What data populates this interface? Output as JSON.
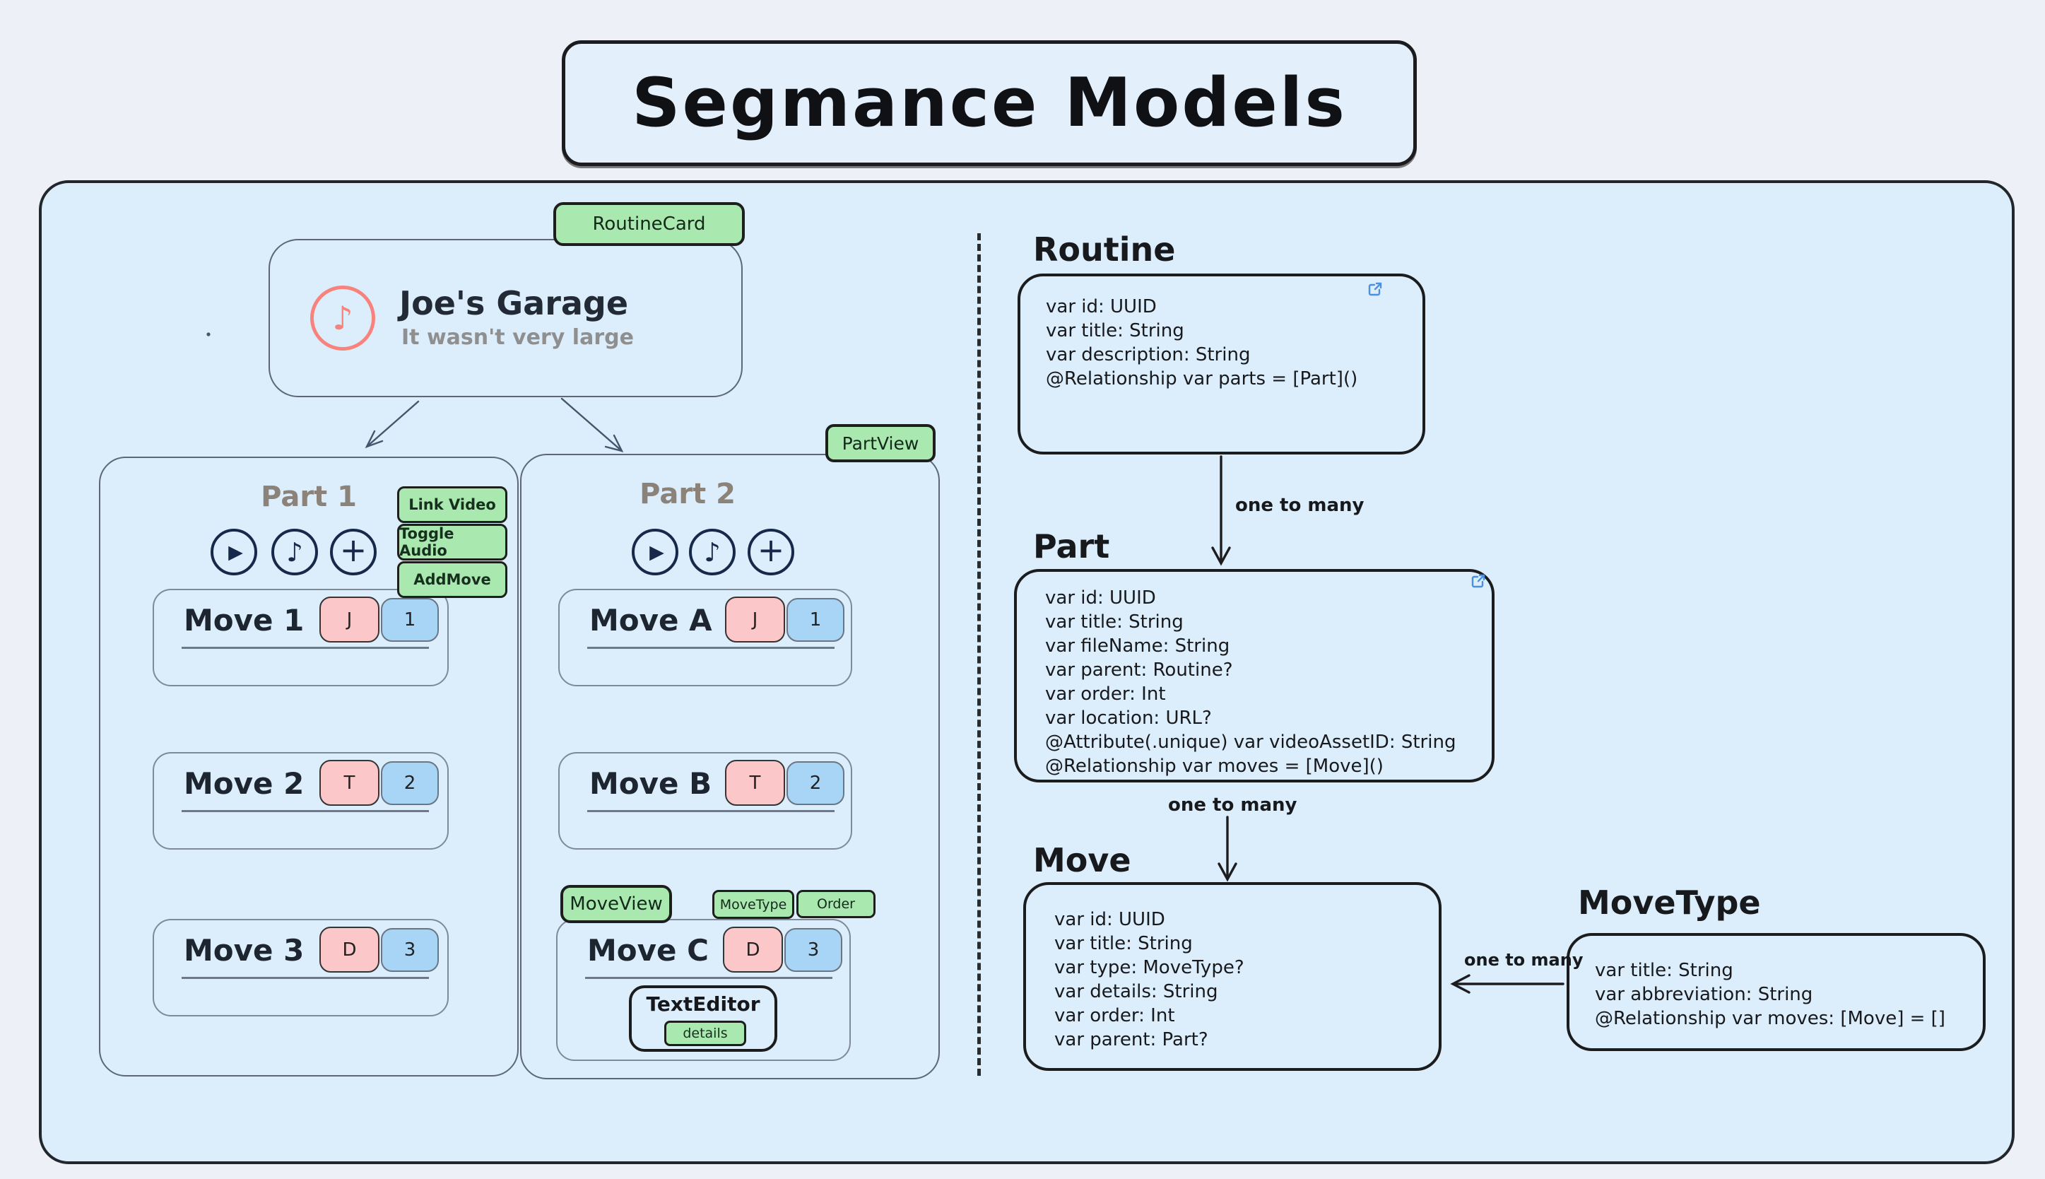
{
  "title": "Segmance Models",
  "icons": {
    "music_note": "♪",
    "play": "▶",
    "plus": "+"
  },
  "colors": {
    "green": "#a9e9b0",
    "pink": "#fbc7c9",
    "blue": "#a8d5f6",
    "red": "#f8837c",
    "navy": "#16294a",
    "link_blue": "#4a90e2",
    "canvas_fill": "#dcedfb",
    "page_bg": "#edf1f7"
  },
  "mockup": {
    "routine_card": {
      "tag": "RoutineCard",
      "title": "Joe's Garage",
      "subtitle": "It wasn't very large"
    },
    "part_view_tag": "PartView",
    "parts": [
      {
        "name": "Part 1",
        "buttons": [
          {
            "label": "Link Video"
          },
          {
            "label": "Toggle Audio"
          },
          {
            "label": "AddMove"
          }
        ],
        "moves": [
          {
            "title": "Move 1",
            "type": "J",
            "order": "1"
          },
          {
            "title": "Move 2",
            "type": "T",
            "order": "2"
          },
          {
            "title": "Move 3",
            "type": "D",
            "order": "3"
          }
        ]
      },
      {
        "name": "Part 2",
        "moves": [
          {
            "title": "Move A",
            "type": "J",
            "order": "1"
          },
          {
            "title": "Move B",
            "type": "T",
            "order": "2"
          },
          {
            "title": "Move C",
            "type": "D",
            "order": "3"
          }
        ],
        "annotations": {
          "move_view": "MoveView",
          "move_type": "MoveType",
          "order": "Order"
        },
        "text_editor": {
          "title": "TextEditor",
          "button": "details"
        }
      }
    ]
  },
  "models": {
    "routine": {
      "name": "Routine",
      "fields": [
        "var id: UUID",
        "var title: String",
        "var description: String",
        "@Relationship var parts = [Part]()"
      ]
    },
    "part": {
      "name": "Part",
      "fields": [
        "var id: UUID",
        "var title: String",
        "var fileName: String",
        "var parent: Routine?",
        "var order: Int",
        "var location: URL?",
        "@Attribute(.unique) var videoAssetID: String",
        "@Relationship var moves = [Move]()"
      ]
    },
    "move": {
      "name": "Move",
      "fields": [
        "var id: UUID",
        "var title: String",
        "var type: MoveType?",
        "var details: String",
        "var order: Int",
        "var parent: Part?"
      ]
    },
    "move_type": {
      "name": "MoveType",
      "fields": [
        "var title: String",
        "var abbreviation: String",
        "@Relationship var moves: [Move] = []"
      ]
    },
    "relations": {
      "routine_part": "one to many",
      "part_move": "one to many",
      "movetype_move": "one to many"
    }
  }
}
